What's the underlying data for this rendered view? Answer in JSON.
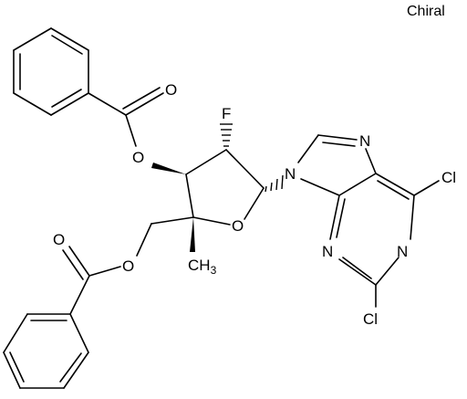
{
  "flag": "Chiral",
  "atoms": {
    "O_bz1_carbonyl": "O",
    "O_bz1_ester": "O",
    "F": "F",
    "O_ring": "O",
    "O_bz2_carbonyl": "O",
    "O_bz2_ester": "O",
    "methyl": "CH",
    "methyl_sub": "3",
    "N7": "N",
    "N9": "N",
    "N3": "N",
    "N1": "N",
    "Cl6": "Cl",
    "Cl2": "Cl"
  }
}
